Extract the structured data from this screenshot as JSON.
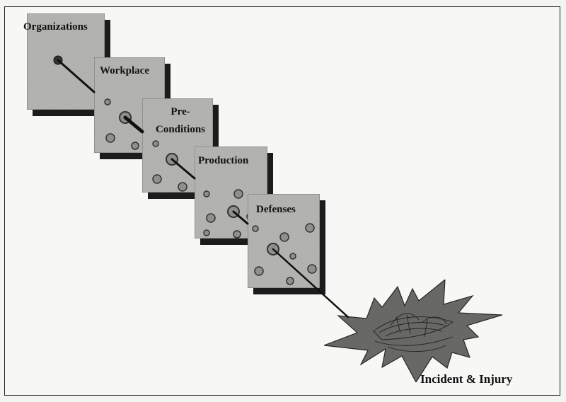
{
  "layers": [
    {
      "id": "organizations",
      "label": "Organizations"
    },
    {
      "id": "workplace",
      "label": "Workplace"
    },
    {
      "id": "preconditions",
      "label_lines": [
        "Pre-",
        "Conditions"
      ]
    },
    {
      "id": "production",
      "label": "Production"
    },
    {
      "id": "defenses",
      "label": "Defenses"
    }
  ],
  "outcome": {
    "label": "Incident & Injury"
  },
  "colors": {
    "card": "#b9b9b6",
    "shadow": "#1c1c1c",
    "hole": "#8f8f8c",
    "hole_stroke": "#333333",
    "line": "#111111",
    "burst": "#6c6c6a"
  }
}
